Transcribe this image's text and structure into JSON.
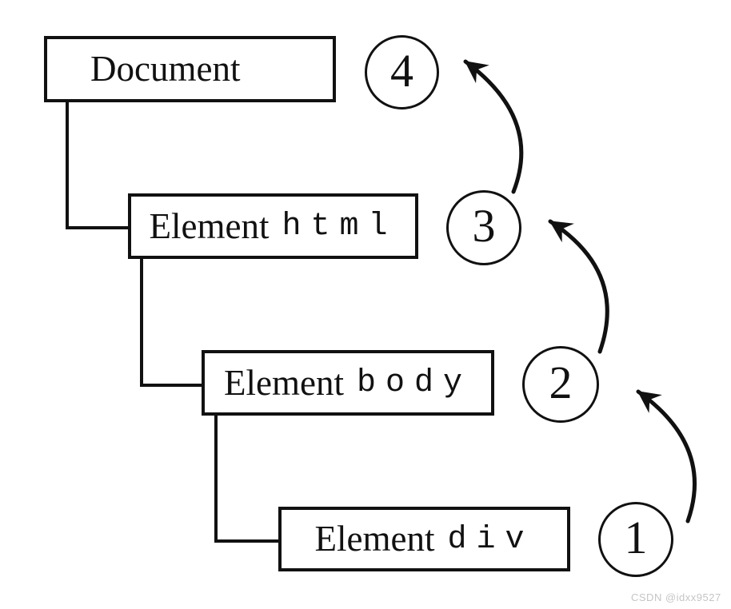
{
  "diagram": {
    "nodes": [
      {
        "name": "Document",
        "tag": ""
      },
      {
        "name": "Element",
        "tag": "html"
      },
      {
        "name": "Element",
        "tag": "body"
      },
      {
        "name": "Element",
        "tag": "div"
      }
    ],
    "steps": [
      {
        "label": "4"
      },
      {
        "label": "3"
      },
      {
        "label": "2"
      },
      {
        "label": "1"
      }
    ]
  },
  "watermark": "CSDN @idxx9527",
  "colors": {
    "ink": "#111111",
    "background": "#ffffff",
    "watermark": "#c5c5c5"
  }
}
